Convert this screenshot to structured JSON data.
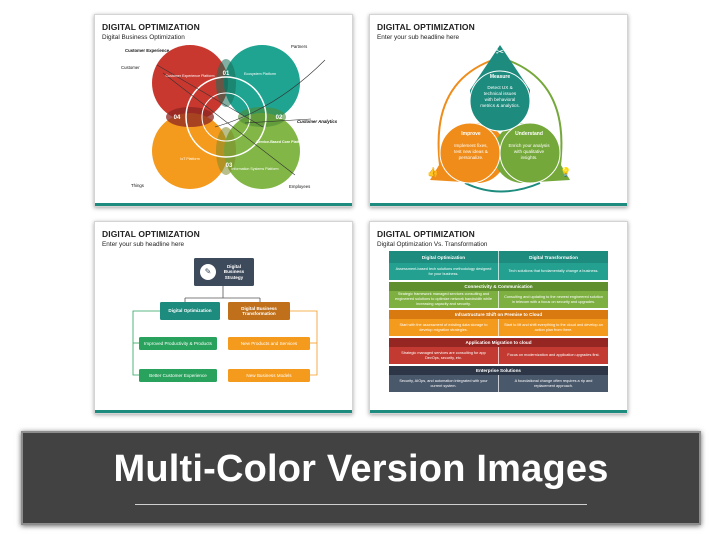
{
  "slides": [
    {
      "title": "DIGITAL OPTIMIZATION",
      "subtitle": "Digital Business Optimization",
      "circles": [
        {
          "num": "01",
          "label": "Customer Experience Platform",
          "color": "#c8382f"
        },
        {
          "num": "02",
          "label": "Service-Based Core Platform",
          "color": "#82b646"
        },
        {
          "num": "03",
          "label": "Information Systems Platform",
          "color": "#82b646"
        },
        {
          "num": "04",
          "label": "IoT Platform",
          "color": "#f49a1c"
        },
        {
          "label": "Ecosystem Platform",
          "color": "#1ea491"
        }
      ],
      "outer_labels": {
        "customer_experience": "Customer Experience",
        "customer": "Customer",
        "partners": "Partners",
        "customer_analytics": "Customer Analytics",
        "things": "Things",
        "employees": "Employees"
      }
    },
    {
      "title": "DIGITAL OPTIMIZATION",
      "subtitle": "Enter your sub headline here",
      "measure": {
        "title": "Measure",
        "text": [
          "Detect UX &",
          "technical issues",
          "with behavioral",
          "metrics & analytics."
        ]
      },
      "improve": {
        "title": "Improve",
        "text": [
          "Implement fixes,",
          "test new ideas &",
          "personalize."
        ]
      },
      "understand": {
        "title": "Understand",
        "text": [
          "Enrich your analysis",
          "with qualitative",
          "insights."
        ]
      }
    },
    {
      "title": "DIGITAL OPTIMIZATION",
      "subtitle": "Enter your sub headline here",
      "top_box": "Digital Business Strategy",
      "left_head": "Digital Optimization",
      "right_head": "Digital Business Transformation",
      "left_items": [
        "Improved Productivity & Products",
        "Better Customer Experience"
      ],
      "right_items": [
        "New Products and Services",
        "New Business Models"
      ]
    },
    {
      "title": "DIGITAL OPTIMIZATION",
      "subtitle": "Digital Optimization Vs. Transformation",
      "col_left": "Digital Optimization",
      "col_right": "Digital Transformation",
      "rows": [
        {
          "section": "",
          "color": "#1d8b7e",
          "left": "Assessment-based tech solutions methodology designed for your business.",
          "right": "Tech solutions that fundamentally change a business."
        },
        {
          "section": "Connectivity & Communication",
          "color": "#75a83b",
          "left": "Strategic framework managed services consulting and engineered solutions to optimize network bandwidth while increasing capacity and security.",
          "right": "Consulting and updating to the newest engineered solution in telecom with a focus on security and upgrades."
        },
        {
          "section": "Infrastructure Shift on Premise to Cloud",
          "color": "#ef8c1a",
          "left": "Start with the assessment of existing data storage to develop migration strategies.",
          "right": "Start to lift and shift everything to the cloud and develop an action plan from there."
        },
        {
          "section": "Application Migration to cloud",
          "color": "#b7332b",
          "left": "Strategic managed services are consulting for app DevOps, security, etc.",
          "right": "Focus on modernization and application upgrades first."
        },
        {
          "section": "Enterprise Solutions",
          "color": "#3d4a5c",
          "left": "Security, AIOps, and automation integrated with your current system.",
          "right": "A foundational change often requires a rip and replacement approach."
        }
      ]
    }
  ],
  "banner": {
    "text": "Multi-Color Version Images"
  }
}
